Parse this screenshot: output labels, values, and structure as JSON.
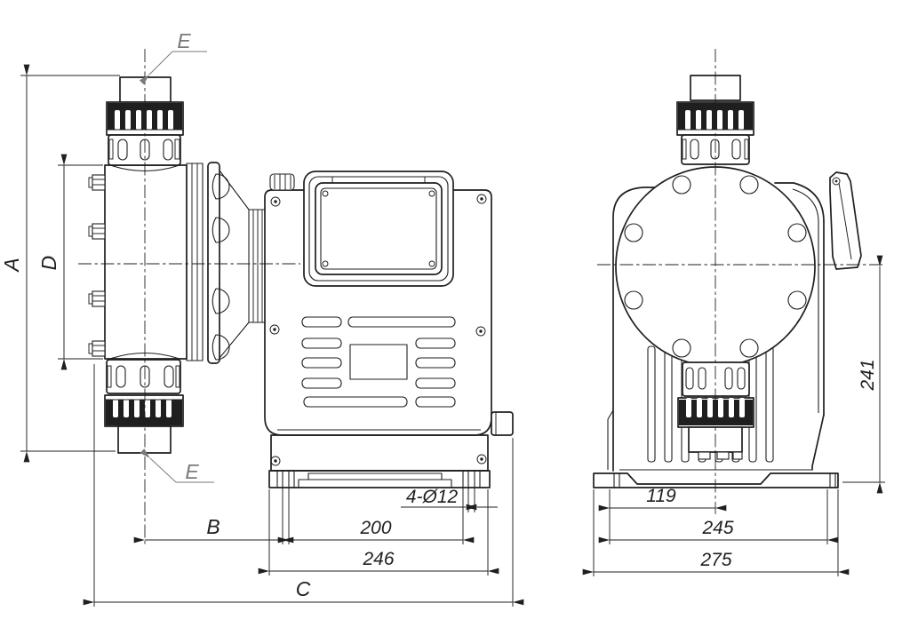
{
  "drawing": {
    "kind": "pump-dimensional-drawing",
    "colors": {
      "ink": "#1f1f1f",
      "ink_soft": "#7a7a7a",
      "paper": "#ffffff"
    },
    "dimensions": {
      "overall_height": "A",
      "head_span": "D",
      "port_top": "E",
      "port_bottom": "E",
      "head_to_base": "B",
      "overall_length": "C",
      "mounting_holes": "4-Ø12",
      "hole_pitch": "200",
      "base_length": "246",
      "foot_to_center": "119",
      "foot_pitch": "245",
      "base_width": "275",
      "base_to_center_height": "241"
    }
  }
}
